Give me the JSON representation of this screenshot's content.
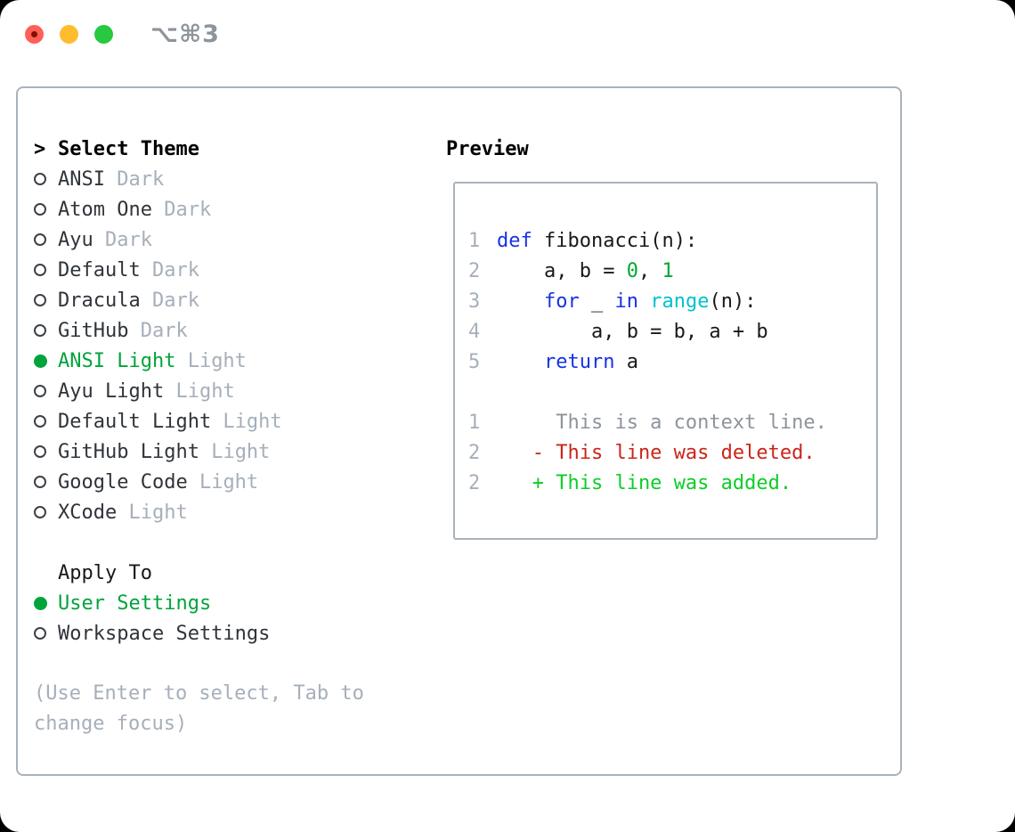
{
  "window": {
    "title": "⌥⌘3"
  },
  "colors": {
    "border": "#a9b2bb",
    "text": "#2f343a",
    "textcode": "#17191d",
    "muted": "#a6afba",
    "ctx": "#8d949c",
    "kw": "#1732e3",
    "cyan": "#00c2cc",
    "numgreen": "#00a832",
    "green": "#00a43a",
    "add": "#0cce26",
    "del": "#cc2418",
    "titlegray": "#8e949b",
    "redlight": "#ff5f57",
    "reddot": "#820d08",
    "yellowlight": "#febc2e",
    "greenlight": "#28c840"
  },
  "theme_panel": {
    "prompt": ">",
    "select_label": "Select Theme",
    "themes": [
      {
        "name": "ANSI",
        "variant": "Dark",
        "selected": false
      },
      {
        "name": "Atom One",
        "variant": "Dark",
        "selected": false
      },
      {
        "name": "Ayu",
        "variant": "Dark",
        "selected": false
      },
      {
        "name": "Default",
        "variant": "Dark",
        "selected": false
      },
      {
        "name": "Dracula",
        "variant": "Dark",
        "selected": false
      },
      {
        "name": "GitHub",
        "variant": "Dark",
        "selected": false
      },
      {
        "name": "ANSI Light",
        "variant": "Light",
        "selected": true
      },
      {
        "name": "Ayu Light",
        "variant": "Light",
        "selected": false
      },
      {
        "name": "Default Light",
        "variant": "Light",
        "selected": false
      },
      {
        "name": "GitHub Light",
        "variant": "Light",
        "selected": false
      },
      {
        "name": "Google Code",
        "variant": "Light",
        "selected": false
      },
      {
        "name": "XCode",
        "variant": "Light",
        "selected": false
      }
    ],
    "apply_to": {
      "label": "Apply To",
      "options": [
        {
          "label": "User Settings",
          "selected": true
        },
        {
          "label": "Workspace Settings",
          "selected": false
        }
      ]
    },
    "help": "(Use Enter to select, Tab to change focus)"
  },
  "preview": {
    "label": "Preview",
    "lines": [
      {
        "kind": "code-line",
        "num": "1",
        "tokens": [
          {
            "c": "kw",
            "t": "def"
          },
          {
            "c": "pl",
            "t": " fibonacci(n):"
          }
        ]
      },
      {
        "kind": "code-line",
        "num": "2",
        "tokens": [
          {
            "c": "pl",
            "t": "    a, b = "
          },
          {
            "c": "num",
            "t": "0"
          },
          {
            "c": "pl",
            "t": ", "
          },
          {
            "c": "num",
            "t": "1"
          }
        ]
      },
      {
        "kind": "code-line",
        "num": "3",
        "tokens": [
          {
            "c": "pl",
            "t": "    "
          },
          {
            "c": "kw",
            "t": "for"
          },
          {
            "c": "pl",
            "t": " _ "
          },
          {
            "c": "kw",
            "t": "in"
          },
          {
            "c": "pl",
            "t": " "
          },
          {
            "c": "cy",
            "t": "range"
          },
          {
            "c": "pl",
            "t": "(n):"
          }
        ]
      },
      {
        "kind": "code-line",
        "num": "4",
        "tokens": [
          {
            "c": "pl",
            "t": "        a, b = b, a + b"
          }
        ]
      },
      {
        "kind": "code-line",
        "num": "5",
        "tokens": [
          {
            "c": "pl",
            "t": "    "
          },
          {
            "c": "kw",
            "t": "return"
          },
          {
            "c": "pl",
            "t": " a"
          }
        ]
      },
      {
        "kind": "blank-line",
        "num": "",
        "tokens": []
      },
      {
        "kind": "diff-context-line",
        "num": "1",
        "tokens": [
          {
            "c": "ctx",
            "t": "     This is a context line."
          }
        ]
      },
      {
        "kind": "diff-deleted-line",
        "num": "2",
        "tokens": [
          {
            "c": "del",
            "t": "   - This line was deleted."
          }
        ]
      },
      {
        "kind": "diff-added-line",
        "num": "2",
        "tokens": [
          {
            "c": "add",
            "t": "   + This line was added."
          }
        ]
      }
    ]
  }
}
